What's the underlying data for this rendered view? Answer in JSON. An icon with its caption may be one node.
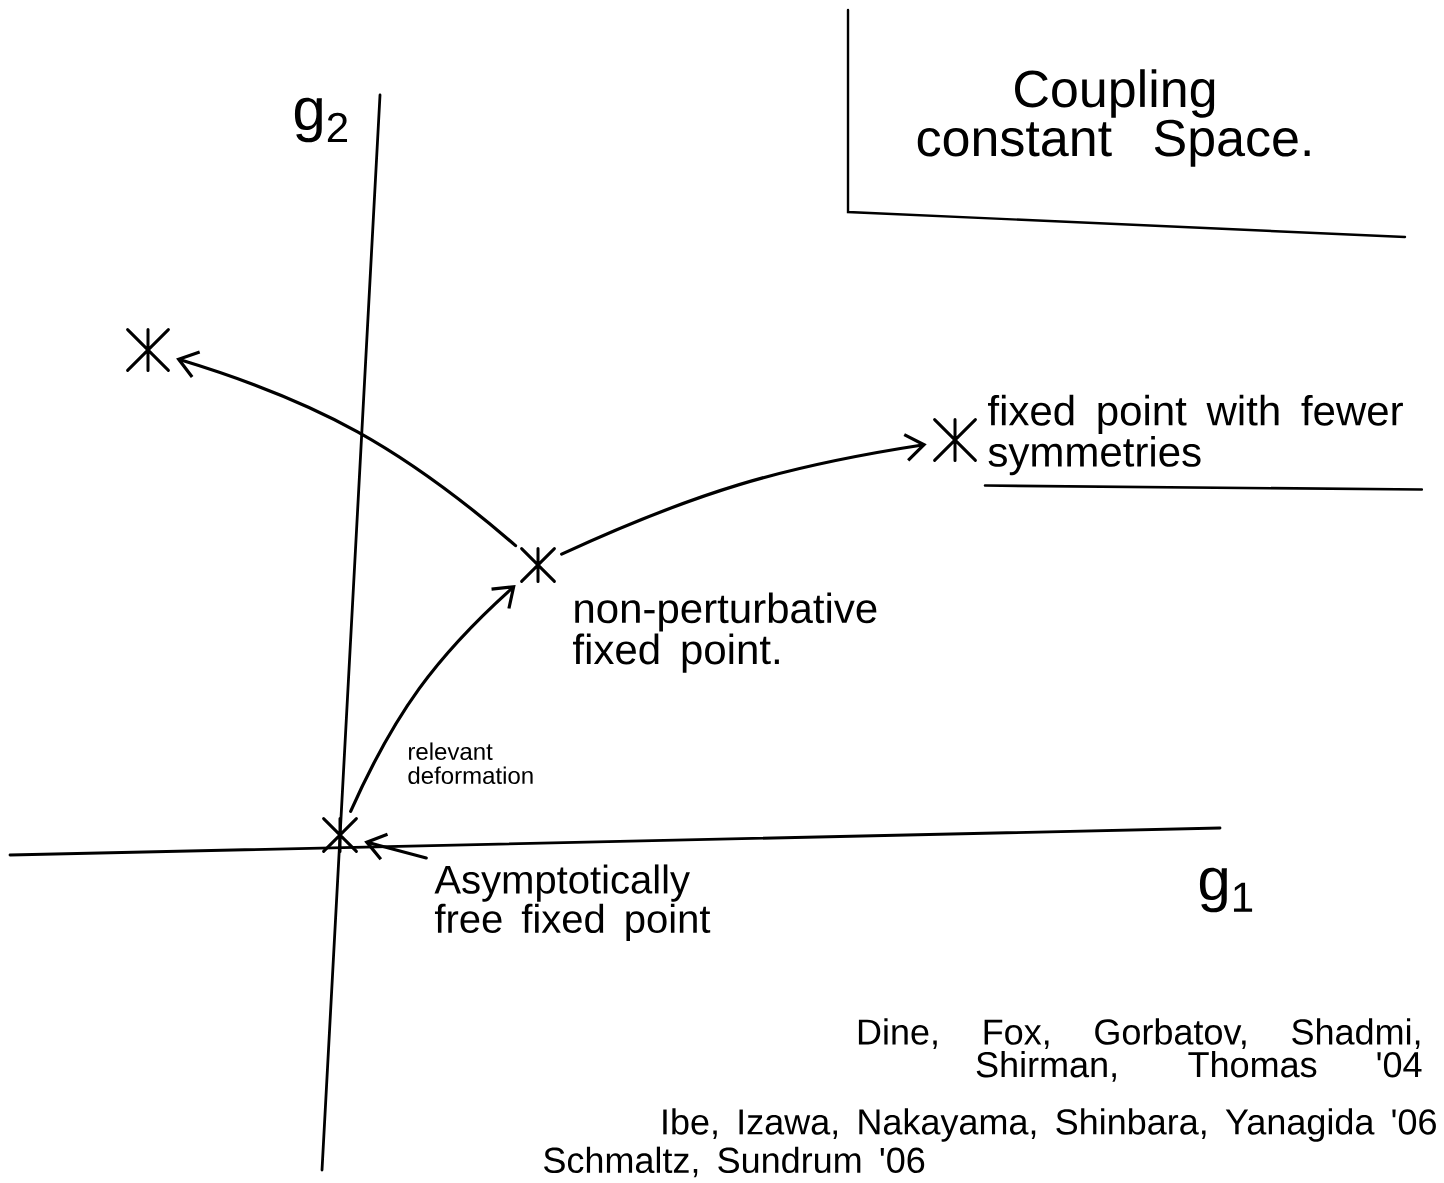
{
  "diagram": {
    "title": "Coupling constant Space.",
    "nodes": [
      {
        "text": [],
        "shape": "star"
      },
      {
        "text": [],
        "shape": "star",
        "beside": [
          "non-perturbative fixed point."
        ]
      },
      {
        "text": [],
        "shape": "star"
      },
      {
        "text": [],
        "shape": "star",
        "beside": [
          "fixed point with fewer symmetries"
        ]
      },
      {
        "text": [
          "Asymptotically free fixed point"
        ]
      }
    ],
    "edges": [
      {
        "from": 0,
        "to": 1,
        "arrow": "to",
        "label": "relevant deformation"
      },
      {
        "from": 1,
        "to": 2,
        "arrow": "to"
      },
      {
        "from": 1,
        "to": 3,
        "arrow": "to"
      },
      {
        "from": 4,
        "to": 0,
        "arrow": "to"
      }
    ],
    "labels": [
      "g$_{2}$",
      "g$_{1}$",
      "Dine, Fox, Gorbatov, Shadmi, Shirman, Thomas '04",
      "Ibe, Izawa, Nakayama, Shinbara, Yanagida '06",
      "Schmaltz, Sundrum '06"
    ]
  }
}
